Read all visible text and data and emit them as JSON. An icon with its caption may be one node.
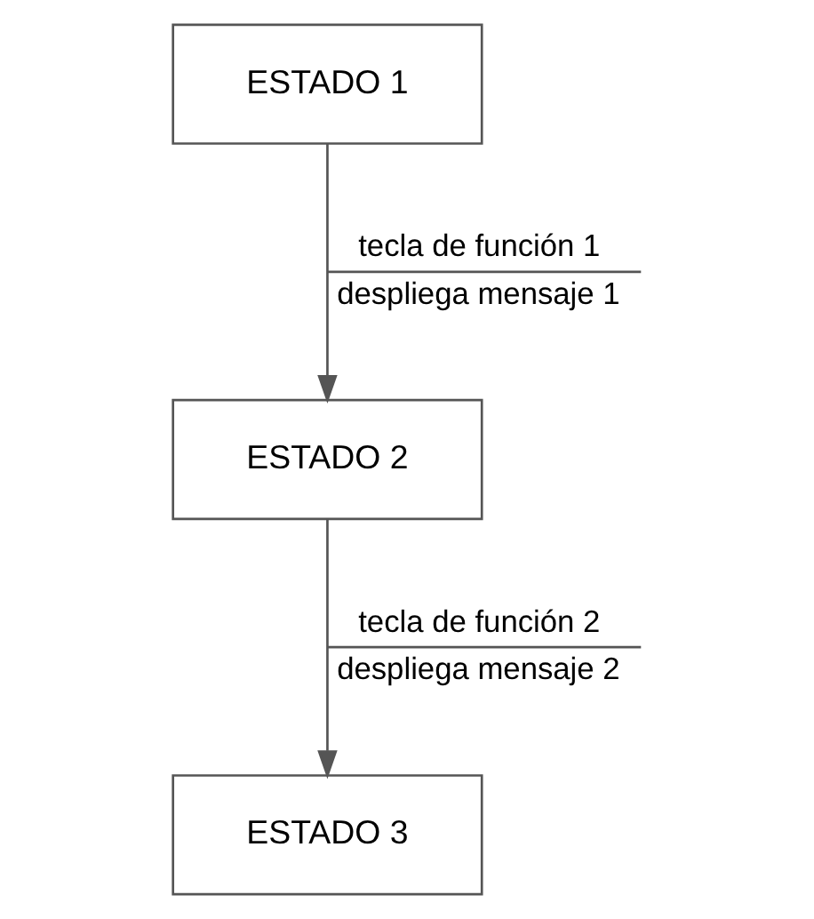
{
  "diagram": {
    "nodes": [
      {
        "text": [
          "ESTADO 1"
        ]
      },
      {
        "text": [
          "ESTADO 2"
        ]
      },
      {
        "text": [
          "ESTADO 3"
        ]
      }
    ],
    "edges": [
      {
        "from": 0,
        "to": 1,
        "arrow": "to",
        "label": [
          "tecla de función 1",
          "despliega mensaje 1"
        ]
      },
      {
        "from": 1,
        "to": 2,
        "arrow": "to",
        "label": [
          "tecla de función 2",
          "despliega mensaje 2"
        ]
      }
    ]
  }
}
